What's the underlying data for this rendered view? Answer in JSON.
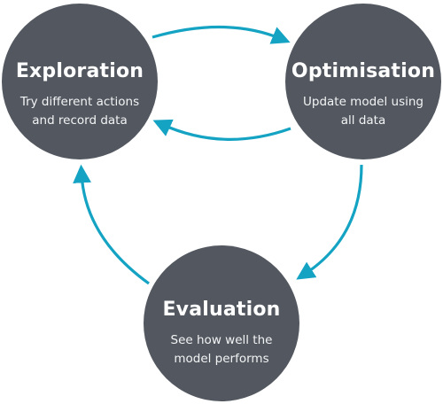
{
  "diagram": {
    "nodes": [
      {
        "title": "Exploration",
        "description": "Try different actions and record data"
      },
      {
        "title": "Optimisation",
        "description": "Update model using all data"
      },
      {
        "title": "Evaluation",
        "description": "See how well the model performs"
      }
    ],
    "colors": {
      "node_fill": "#535860",
      "node_text": "#ffffff",
      "arrow": "#14a3c3",
      "background": "#ffffff"
    }
  }
}
